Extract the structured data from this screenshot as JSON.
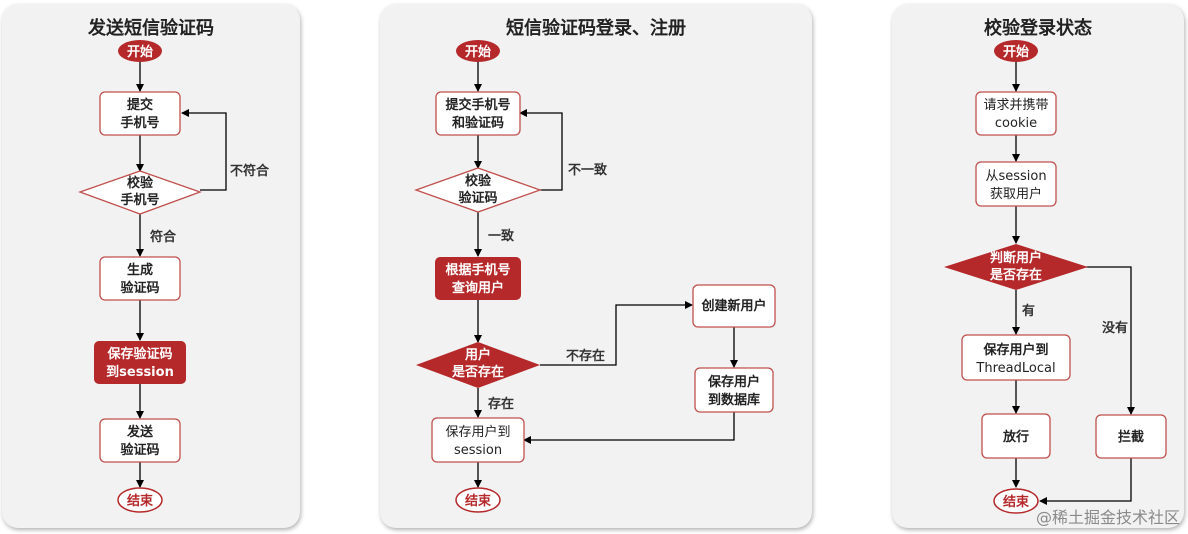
{
  "panels": {
    "sms": {
      "title": "发送短信验证码"
    },
    "login": {
      "title": "短信验证码登录、注册"
    },
    "check": {
      "title": "校验登录状态"
    }
  },
  "flow_sms": {
    "start": "开始",
    "submit": [
      "提交",
      "手机号"
    ],
    "validate": [
      "校验",
      "手机号"
    ],
    "generate": [
      "生成",
      "验证码"
    ],
    "save": [
      "保存验证码",
      "到session"
    ],
    "send": [
      "发送",
      "验证码"
    ],
    "end": "结束",
    "edge_fail": "不符合",
    "edge_ok": "符合"
  },
  "flow_login": {
    "start": "开始",
    "submit": [
      "提交手机号",
      "和验证码"
    ],
    "validate": [
      "校验",
      "验证码"
    ],
    "query": [
      "根据手机号",
      "查询用户"
    ],
    "exists": [
      "用户",
      "是否存在"
    ],
    "create": "创建新用户",
    "save_db": [
      "保存用户",
      "到数据库"
    ],
    "save_session": [
      "保存用户到",
      "session"
    ],
    "end": "结束",
    "edge_mismatch": "不一致",
    "edge_match": "一致",
    "edge_not_exist": "不存在",
    "edge_exist": "存在"
  },
  "flow_check": {
    "start": "开始",
    "request": [
      "请求并携带",
      "cookie"
    ],
    "get_user": [
      "从session",
      "获取用户"
    ],
    "judge": [
      "判断用户",
      "是否存在"
    ],
    "save_tl": [
      "保存用户到",
      "ThreadLocal"
    ],
    "pass": "放行",
    "intercept": "拦截",
    "end": "结束",
    "edge_yes": "有",
    "edge_no": "没有"
  },
  "watermark": "@稀土掘金技术社区",
  "colors": {
    "accent": "#b5292b",
    "box_border": "#c0504d",
    "panel_bg": "#f2f2f2",
    "line": "#000000"
  }
}
